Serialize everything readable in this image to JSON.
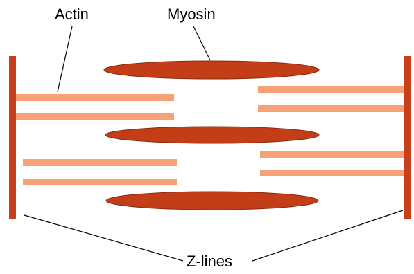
{
  "labels": {
    "actin": "Actin",
    "myosin": "Myosin",
    "z_lines": "Z-lines"
  },
  "colors": {
    "background": "#ffffff",
    "z_line": "#c8401a",
    "myosin": "#c33d17",
    "myosin_outline": "#8a2a0e",
    "actin": "#f6a276",
    "leader_line": "#000000",
    "label_text": "#000000"
  }
}
